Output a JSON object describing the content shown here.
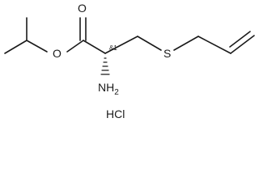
{
  "molecule": {
    "atoms": {
      "carbonyl_oxygen": "O",
      "ester_oxygen": "O",
      "sulfur": "S",
      "amine": "NH",
      "amine_subscript": "2",
      "salt": "HCl"
    },
    "stereo_annotation": "&1"
  }
}
